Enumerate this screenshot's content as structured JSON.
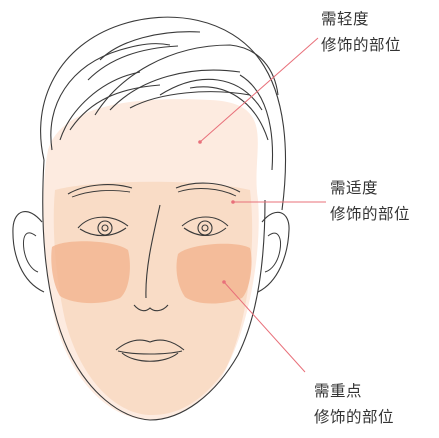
{
  "labels": {
    "light": {
      "line1": "需轻度",
      "line2": "修饰的部位"
    },
    "medium": {
      "line1": "需适度",
      "line2": "修饰的部位"
    },
    "heavy": {
      "line1": "需重点",
      "line2": "修饰的部位"
    }
  },
  "colors": {
    "outline": "#3a3a3a",
    "light_zone": "#fdebe0",
    "medium_zone": "#f9dcc6",
    "heavy_zone": "#f2b48e",
    "leader_line": "#e8707a",
    "text": "#333333"
  }
}
